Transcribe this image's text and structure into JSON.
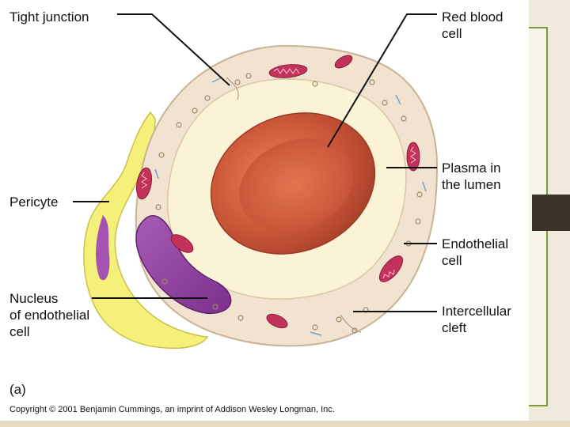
{
  "labels": {
    "tight_junction": "Tight junction",
    "red_blood_cell": "Red blood\ncell",
    "plasma_in_lumen": "Plasma in\nthe lumen",
    "pericyte": "Pericyte",
    "endothelial_cell": "Endothelial\ncell",
    "nucleus": "Nucleus\nof endothelial\ncell",
    "intercellular_cleft": "Intercellular\ncleft"
  },
  "panel_label": "(a)",
  "copyright": "Copyright © 2001 Benjamin Cummings, an imprint of Addison Wesley Longman, Inc.",
  "colors": {
    "endothelium": "#f1e3cf",
    "lumen_plasma": "#fbf3d6",
    "red_blood_cell": "#cf5a3b",
    "pericyte": "#f4f07a",
    "nucleus": "#8e3f9c",
    "mitochondria": "#c2325a",
    "accent_frame": "#7f9a3c"
  }
}
